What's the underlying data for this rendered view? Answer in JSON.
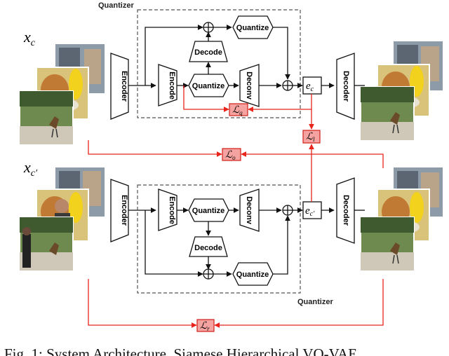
{
  "quantizer_top_label": "Quantizer",
  "quantizer_bottom_label": "Quantizer",
  "inputs": {
    "top": "x",
    "top_sub": "c",
    "bottom": "x",
    "bottom_sub": "c′"
  },
  "blocks": {
    "encoder": "Encoder",
    "encode": "Encode",
    "quantize": "Quantize",
    "decode": "Decode",
    "deconv": "Deconv",
    "decoder": "Decoder"
  },
  "embeddings": {
    "top": "e",
    "top_sub": "c",
    "bottom": "e",
    "bottom_sub": "c′"
  },
  "losses": {
    "quant": "ℒ",
    "quant_sub": "q",
    "latent": "ℒ",
    "latent_sub": "l",
    "output": "ℒ",
    "output_sub": "o",
    "recon": "ℒ",
    "recon_sub": "r"
  },
  "caption": "Fig. 1: System Architecture. Siamese Hierarchical VQ-VAE",
  "colors": {
    "loss_line": "#e8241c",
    "loss_fill": "#f5a3a0",
    "line": "#111111"
  }
}
